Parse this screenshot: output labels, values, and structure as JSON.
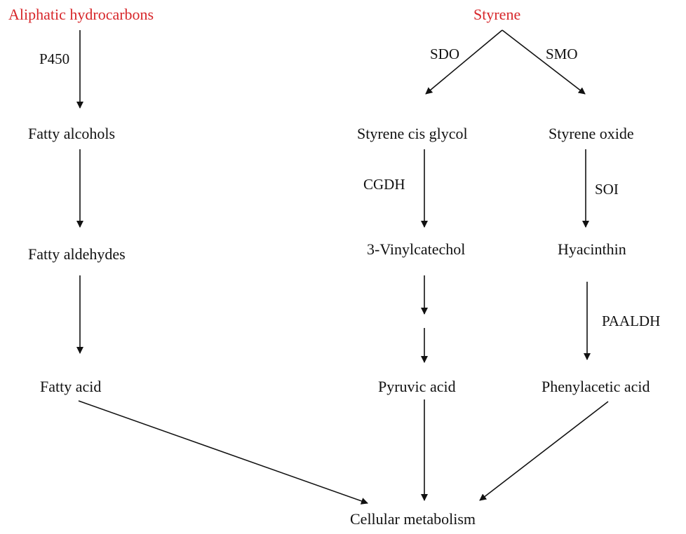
{
  "colors": {
    "source_text": "#d7262a",
    "text": "#111111",
    "arrow": "#111111"
  },
  "nodes": {
    "aliphatic": "Aliphatic hydrocarbons",
    "fatty_alcohols": "Fatty alcohols",
    "fatty_aldehydes": "Fatty aldehydes",
    "fatty_acid": "Fatty acid",
    "styrene": "Styrene",
    "styrene_cis_glycol": "Styrene cis glycol",
    "styrene_oxide": "Styrene oxide",
    "vinylcatechol": "3-Vinylcatechol",
    "hyacinthin": "Hyacinthin",
    "pyruvic_acid": "Pyruvic acid",
    "phenylacetic_acid": "Phenylacetic acid",
    "cellular_metabolism": "Cellular metabolism"
  },
  "enzymes": {
    "p450": "P450",
    "sdo": "SDO",
    "smo": "SMO",
    "cgdh": "CGDH",
    "soi": "SOI",
    "paaldh": "PAALDH"
  },
  "edges": [
    {
      "from": "aliphatic",
      "to": "fatty_alcohols",
      "enzyme": "p450"
    },
    {
      "from": "fatty_alcohols",
      "to": "fatty_aldehydes",
      "enzyme": ""
    },
    {
      "from": "fatty_aldehydes",
      "to": "fatty_acid",
      "enzyme": ""
    },
    {
      "from": "fatty_acid",
      "to": "cellular_metabolism",
      "enzyme": ""
    },
    {
      "from": "styrene",
      "to": "styrene_cis_glycol",
      "enzyme": "sdo"
    },
    {
      "from": "styrene",
      "to": "styrene_oxide",
      "enzyme": "smo"
    },
    {
      "from": "styrene_cis_glycol",
      "to": "vinylcatechol",
      "enzyme": "cgdh"
    },
    {
      "from": "styrene_oxide",
      "to": "hyacinthin",
      "enzyme": "soi"
    },
    {
      "from": "vinylcatechol",
      "to": "intermediate",
      "enzyme": ""
    },
    {
      "from": "intermediate",
      "to": "pyruvic_acid",
      "enzyme": ""
    },
    {
      "from": "hyacinthin",
      "to": "phenylacetic_acid",
      "enzyme": "paaldh"
    },
    {
      "from": "pyruvic_acid",
      "to": "cellular_metabolism",
      "enzyme": ""
    },
    {
      "from": "phenylacetic_acid",
      "to": "cellular_metabolism",
      "enzyme": ""
    }
  ]
}
